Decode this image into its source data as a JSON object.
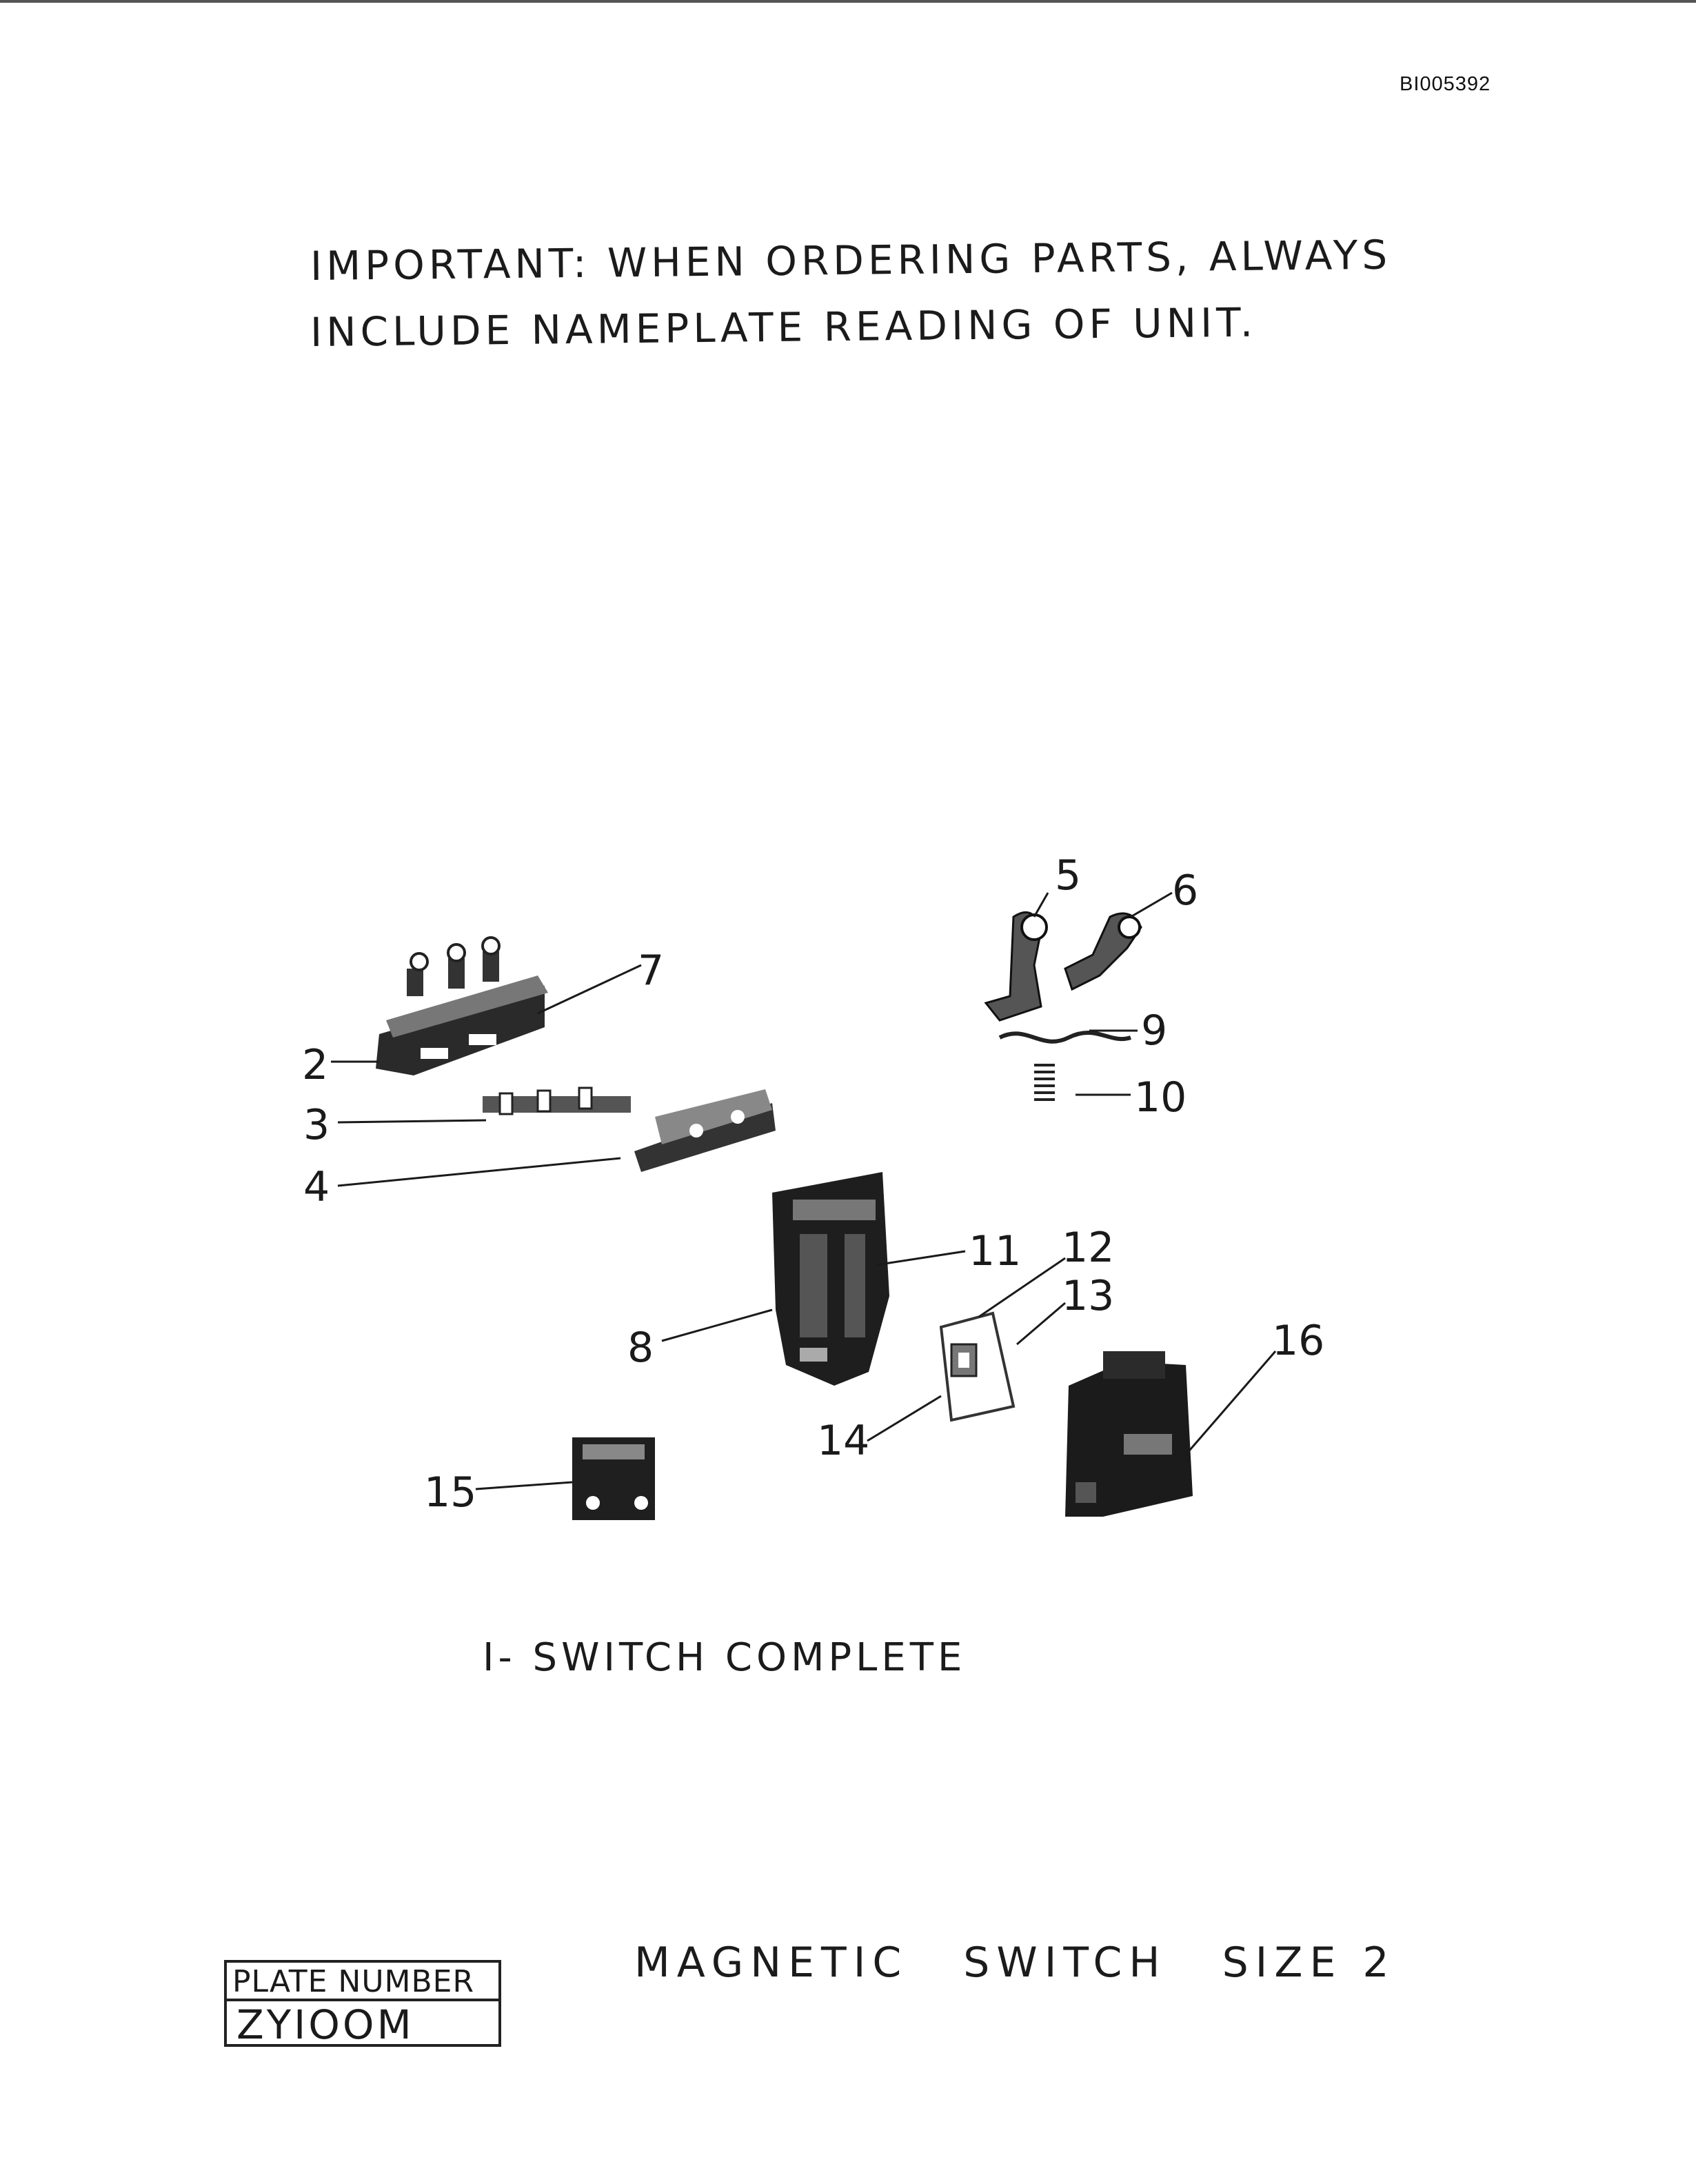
{
  "document_id": "BI005392",
  "notice": {
    "line1": "IMPORTANT: WHEN  ORDERING  PARTS, ALWAYS",
    "line2": "INCLUDE  NAMEPLATE  READING  OF  UNIT."
  },
  "diagram": {
    "callouts": [
      "2",
      "3",
      "4",
      "5",
      "6",
      "7",
      "8",
      "9",
      "10",
      "11",
      "12",
      "13",
      "14",
      "15",
      "16"
    ]
  },
  "caption": "I- SWITCH   COMPLETE",
  "plate": {
    "label": "PLATE NUMBER",
    "value": "ZYIOOM"
  },
  "title": {
    "word1": "MAGNETIC",
    "word2": "SWITCH",
    "word3": "SIZE  2"
  }
}
